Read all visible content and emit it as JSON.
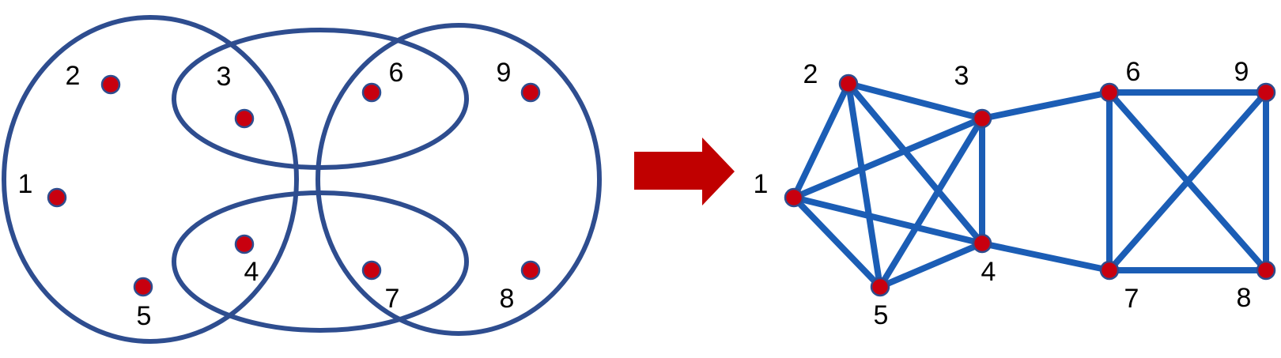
{
  "colors": {
    "hyperedge_outline": "#2E4D8F",
    "graph_edge": "#1B5DB5",
    "node_fill": "#C8000F",
    "node_stroke": "#2E4D8F",
    "arrow": "#C00000",
    "label": "#000000",
    "background": "#FFFFFF"
  },
  "hypergraph": {
    "nodes": [
      {
        "id": "1",
        "label": "1"
      },
      {
        "id": "2",
        "label": "2"
      },
      {
        "id": "3",
        "label": "3"
      },
      {
        "id": "4",
        "label": "4"
      },
      {
        "id": "5",
        "label": "5"
      },
      {
        "id": "6",
        "label": "6"
      },
      {
        "id": "7",
        "label": "7"
      },
      {
        "id": "8",
        "label": "8"
      },
      {
        "id": "9",
        "label": "9"
      }
    ],
    "hyperedges": [
      {
        "members": [
          "1",
          "2",
          "3",
          "4",
          "5"
        ]
      },
      {
        "members": [
          "6",
          "7",
          "8",
          "9"
        ]
      },
      {
        "members": [
          "3",
          "6"
        ]
      },
      {
        "members": [
          "4",
          "7"
        ]
      }
    ]
  },
  "arrow": {
    "direction": "right"
  },
  "graph": {
    "nodes": [
      {
        "id": "1",
        "label": "1"
      },
      {
        "id": "2",
        "label": "2"
      },
      {
        "id": "3",
        "label": "3"
      },
      {
        "id": "4",
        "label": "4"
      },
      {
        "id": "5",
        "label": "5"
      },
      {
        "id": "6",
        "label": "6"
      },
      {
        "id": "7",
        "label": "7"
      },
      {
        "id": "8",
        "label": "8"
      },
      {
        "id": "9",
        "label": "9"
      }
    ],
    "edges": [
      [
        "1",
        "2"
      ],
      [
        "1",
        "3"
      ],
      [
        "1",
        "4"
      ],
      [
        "1",
        "5"
      ],
      [
        "2",
        "3"
      ],
      [
        "2",
        "4"
      ],
      [
        "2",
        "5"
      ],
      [
        "3",
        "4"
      ],
      [
        "3",
        "5"
      ],
      [
        "4",
        "5"
      ],
      [
        "3",
        "6"
      ],
      [
        "4",
        "7"
      ],
      [
        "6",
        "7"
      ],
      [
        "6",
        "8"
      ],
      [
        "6",
        "9"
      ],
      [
        "7",
        "8"
      ],
      [
        "7",
        "9"
      ],
      [
        "8",
        "9"
      ]
    ]
  }
}
